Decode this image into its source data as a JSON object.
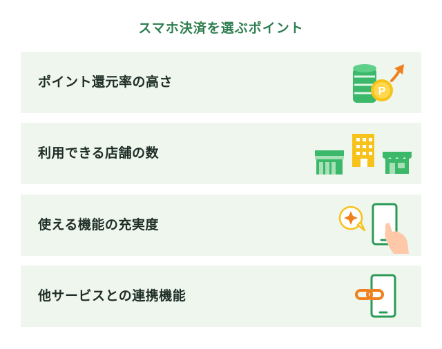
{
  "title": "スマホ決済を選ぶポイント",
  "points": [
    {
      "label": "ポイント還元率の高さ",
      "icon": "coin-stack-point-arrow-icon"
    },
    {
      "label": "利用できる店舗の数",
      "icon": "stores-buildings-icon"
    },
    {
      "label": "使える機能の充実度",
      "icon": "smartphone-sparkle-icon"
    },
    {
      "label": "他サービスとの連携機能",
      "icon": "smartphone-link-icon"
    }
  ],
  "colors": {
    "title": "#2e7d4f",
    "card_bg": "#eef6ee",
    "green": "#3cb86a",
    "dark_green": "#2a9a55",
    "yellow": "#f7c21a",
    "orange": "#f0801e"
  }
}
